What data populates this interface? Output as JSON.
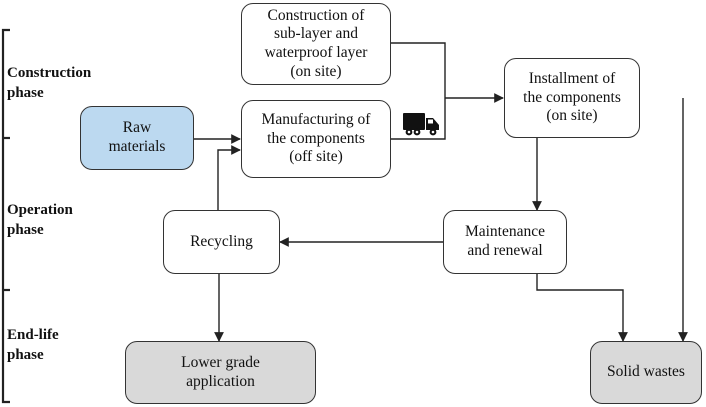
{
  "phases": {
    "construction": "Construction\nphase",
    "operation": "Operation\nphase",
    "endlife": "End-life\nphase"
  },
  "nodes": {
    "sublayer": "Construction of\nsub-layer and\nwaterproof layer\n(on site)",
    "raw": "Raw\nmaterials",
    "manufacturing": "Manufacturing of\nthe components\n(off site)",
    "installment": "Installment of\nthe components\n(on site)",
    "maintenance": "Maintenance\nand renewal",
    "recycling": "Recycling",
    "lowergrade": "Lower grade\napplication",
    "solidwastes": "Solid wastes"
  },
  "icons": {
    "transport": "truck-icon"
  },
  "colors": {
    "raw_fill": "#bcd9f0",
    "end_fill": "#d9d9d9",
    "line": "#222222"
  }
}
